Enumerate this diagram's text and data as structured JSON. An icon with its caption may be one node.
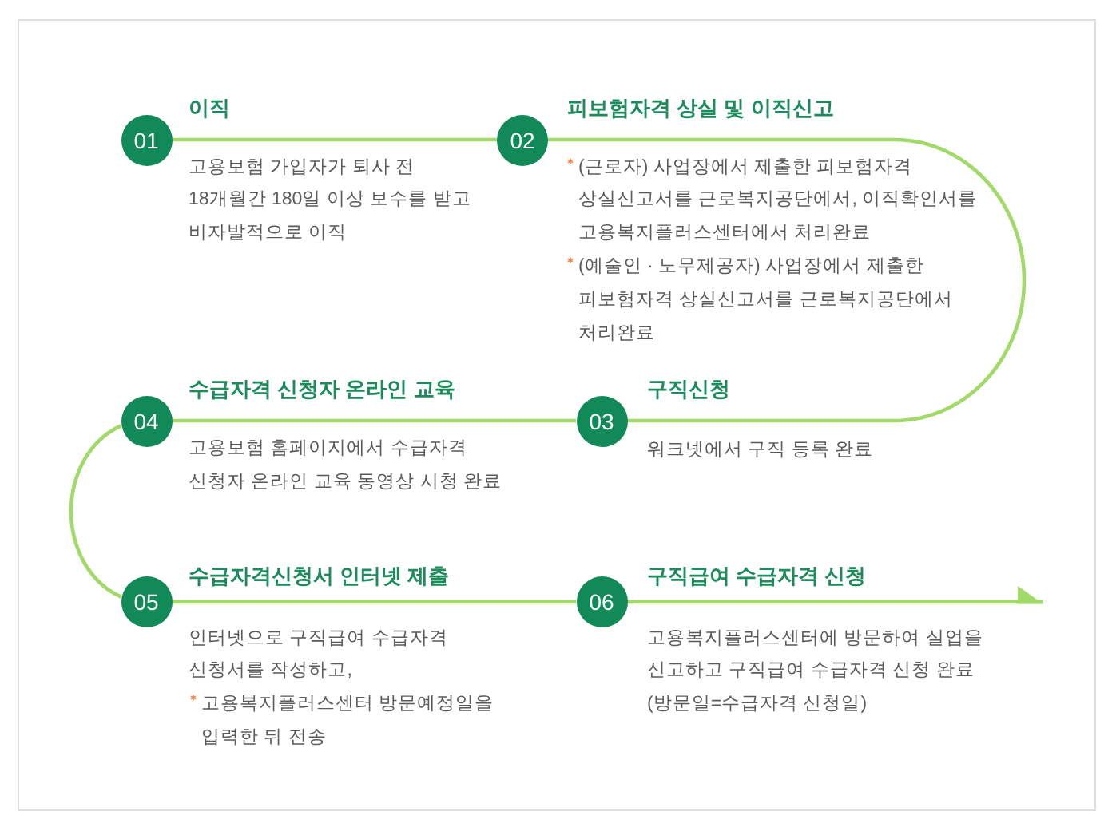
{
  "diagram": {
    "nodes": [
      {
        "text": [
          "01"
        ],
        "beside": [
          "이직",
          "고용보험 가입자가 퇴사 전 18개월간 180일 이상 보수를 받고 비자발적으로 이직"
        ]
      },
      {
        "text": [
          "02"
        ],
        "beside": [
          "피보험자격 상실 및 이직신고",
          "(근로자) 사업장에서 제출한 피보험자격 상실신고서를 근로복지공단에서, 이직확인서를 고용복지플러스센터에서 처리완료",
          "(예술인 · 노무제공자) 사업장에서 제출한 피보험자격 상실신고서를 근로복지공단에서 처리완료"
        ]
      },
      {
        "text": [
          "03"
        ],
        "beside": [
          "구직신청",
          "워크넷에서 구직 등록 완료"
        ]
      },
      {
        "text": [
          "04"
        ],
        "beside": [
          "수급자격 신청자 온라인 교육",
          "고용보험 홈페이지에서 수급자격 신청자 온라인 교육 동영상 시청 완료"
        ]
      },
      {
        "text": [
          "05"
        ],
        "beside": [
          "수급자격신청서 인터넷 제출",
          "인터넷으로 구직급여 수급자격 신청서를 작성하고,",
          "고용복지플러스센터 방문예정일을 입력한 뒤 전송"
        ]
      },
      {
        "text": [
          "06"
        ],
        "beside": [
          "구직급여 수급자격 신청",
          "고용복지플러스센터에 방문하여 실업을 신고하고 구직급여 수급자격 신청 완료 (방문일=수급자격 신청일)"
        ]
      }
    ],
    "edges": [
      {
        "from": 0,
        "to": 1,
        "arrow": "none"
      },
      {
        "from": 1,
        "to": 2,
        "arrow": "none"
      },
      {
        "from": 2,
        "to": 3,
        "arrow": "none"
      },
      {
        "from": 3,
        "to": 4,
        "arrow": "none"
      },
      {
        "from": 4,
        "to": 5,
        "arrow": "none"
      },
      {
        "from": 5,
        "to": null,
        "arrow": "to"
      }
    ]
  }
}
